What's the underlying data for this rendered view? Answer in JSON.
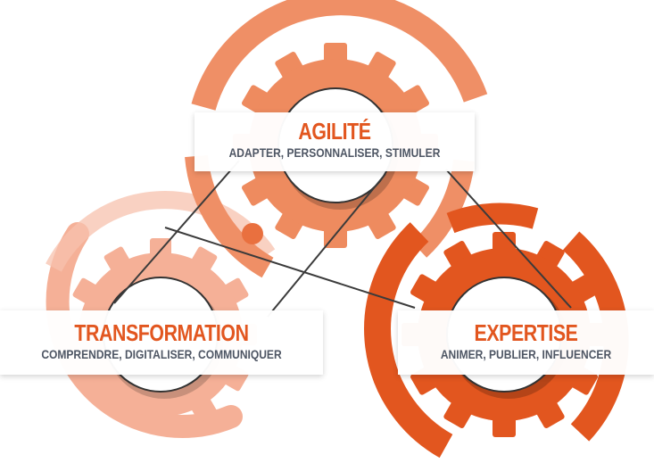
{
  "colors": {
    "light": "#f5b097",
    "medium": "#ed8154",
    "dark": "#e2561f",
    "line": "#3b3b3b",
    "title": "#e2561f",
    "subtitle": "#4e5664"
  },
  "nodes": {
    "agilite": {
      "title": "AGILITÉ",
      "subtitle": "ADAPTER, PERSONNALISER, STIMULER"
    },
    "transformation": {
      "title": "TRANSFORMATION",
      "subtitle": "COMPRENDRE, DIGITALISER, COMMUNIQUER"
    },
    "expertise": {
      "title": "EXPERTISE",
      "subtitle": "ANIMER, PUBLIER, INFLUENCER"
    }
  }
}
